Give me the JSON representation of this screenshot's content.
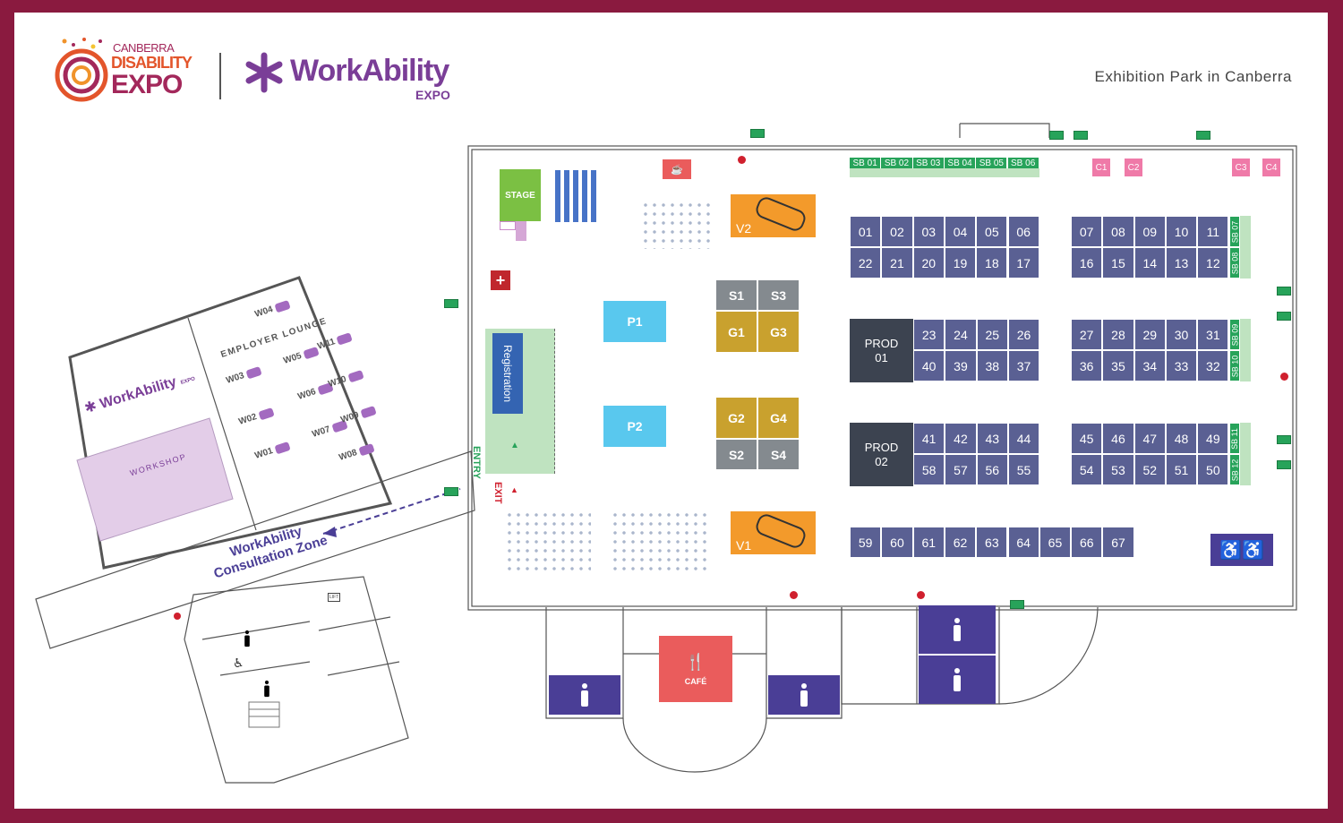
{
  "header": {
    "venue": "Exhibition Park in Canberra"
  },
  "logos": {
    "disability_expo": {
      "line1": "CANBERRA",
      "line2": "DISABILITY",
      "line3": "EXPO"
    },
    "workability": {
      "name": "WorkAbility",
      "sub": "EXPO"
    }
  },
  "main_hall": {
    "stage": "STAGE",
    "registration": "Registration",
    "entry": "ENTRY",
    "exit": "EXIT",
    "cafe": "CAFÉ",
    "vehicles": [
      "V1",
      "V2"
    ],
    "sponsor_pods": [
      "P1",
      "P2"
    ],
    "silver": [
      "S1",
      "S2",
      "S3",
      "S4"
    ],
    "gold": [
      "G1",
      "G2",
      "G3",
      "G4"
    ],
    "products": [
      [
        "PROD",
        "01"
      ],
      [
        "PROD",
        "02"
      ]
    ],
    "sb_top": [
      "SB 01",
      "SB 02",
      "SB 03",
      "SB 04",
      "SB 05",
      "SB 06"
    ],
    "sb_side": [
      "SB 07",
      "SB 08",
      "SB 09",
      "SB 10",
      "SB 11",
      "SB 12"
    ],
    "catering": [
      "C1",
      "C2",
      "C3",
      "C4"
    ],
    "booths_block1_top": [
      "01",
      "02",
      "03",
      "04",
      "05",
      "06"
    ],
    "booths_block1_bottom": [
      "22",
      "21",
      "20",
      "19",
      "18",
      "17"
    ],
    "booths_block2_top": [
      "07",
      "08",
      "09",
      "10",
      "11"
    ],
    "booths_block2_bottom": [
      "16",
      "15",
      "14",
      "13",
      "12"
    ],
    "booths_block3_top": [
      "23",
      "24",
      "25",
      "26"
    ],
    "booths_block3_bottom": [
      "40",
      "39",
      "38",
      "37"
    ],
    "booths_block4_top": [
      "27",
      "28",
      "29",
      "30",
      "31"
    ],
    "booths_block4_bottom": [
      "36",
      "35",
      "34",
      "33",
      "32"
    ],
    "booths_block5_top": [
      "41",
      "42",
      "43",
      "44"
    ],
    "booths_block5_bottom": [
      "58",
      "57",
      "56",
      "55"
    ],
    "booths_block6_top": [
      "45",
      "46",
      "47",
      "48",
      "49"
    ],
    "booths_block6_bottom": [
      "54",
      "53",
      "52",
      "51",
      "50"
    ],
    "booths_row_bottom": [
      "59",
      "60",
      "61",
      "62",
      "63",
      "64",
      "65",
      "66",
      "67"
    ]
  },
  "workability_wing": {
    "employer_lounge": "EMPLOYER LOUNGE",
    "workshop": "WORKSHOP",
    "consultation_zone": [
      "WorkAbility",
      "Consultation Zone"
    ],
    "tables": [
      "W01",
      "W02",
      "W03",
      "W04",
      "W05",
      "W06",
      "W07",
      "W08",
      "W09",
      "W10",
      "W11"
    ],
    "lift": "LIFT"
  },
  "colors": {
    "frame": "#8a1a3f",
    "booth": "#5a6093",
    "gold": "#c9a12e",
    "silver": "#848a8f",
    "pod": "#59c8ee",
    "vehicle": "#f39a2b",
    "sponsor_bar": "#27a35a",
    "catering": "#ef7aa8",
    "restroom": "#4a3e96",
    "stage": "#7bc043",
    "entry": "#bfe3c0",
    "workshop": "#e3cde8",
    "cafe": "#ea5c5c"
  }
}
